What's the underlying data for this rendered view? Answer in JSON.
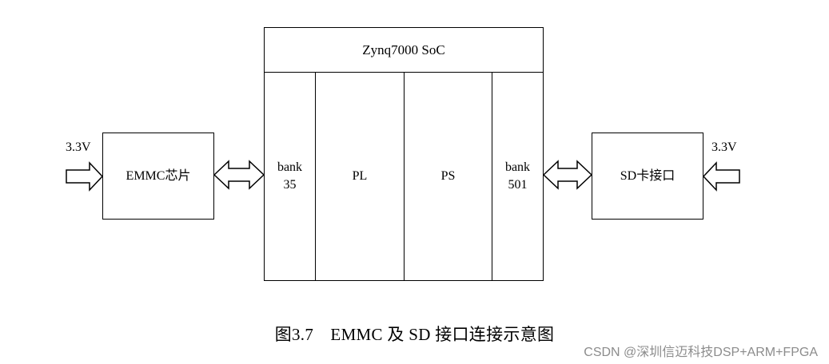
{
  "soc": {
    "title": "Zynq7000 SoC",
    "cells": [
      {
        "line1": "bank",
        "line2": "35"
      },
      {
        "line1": "PL",
        "line2": ""
      },
      {
        "line1": "PS",
        "line2": ""
      },
      {
        "line1": "bank",
        "line2": "501"
      }
    ]
  },
  "left": {
    "voltage": "3.3V",
    "chip": "EMMC芯片"
  },
  "right": {
    "voltage": "3.3V",
    "chip": "SD卡接口"
  },
  "caption": "图3.7　EMMC 及 SD 接口连接示意图",
  "watermark": "CSDN @深圳信迈科技DSP+ARM+FPGA"
}
